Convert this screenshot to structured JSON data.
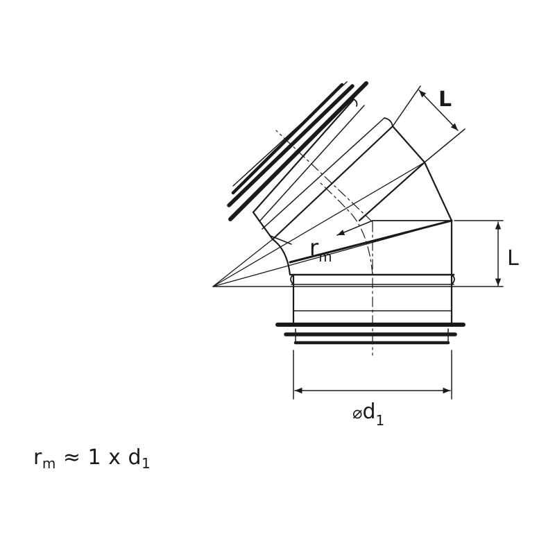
{
  "labels": {
    "length_upper": "L",
    "length_lower": "L",
    "radius_main": "r",
    "radius_sub": "m",
    "diameter_symbol": "⌀",
    "diameter_main": "d",
    "diameter_sub": "1"
  },
  "formula": {
    "r": "r",
    "r_sub": "m",
    "approx": " ≈ 1 x d",
    "d_sub": "1"
  },
  "colors": {
    "stroke": "#1a1a1a",
    "background": "#ffffff"
  }
}
